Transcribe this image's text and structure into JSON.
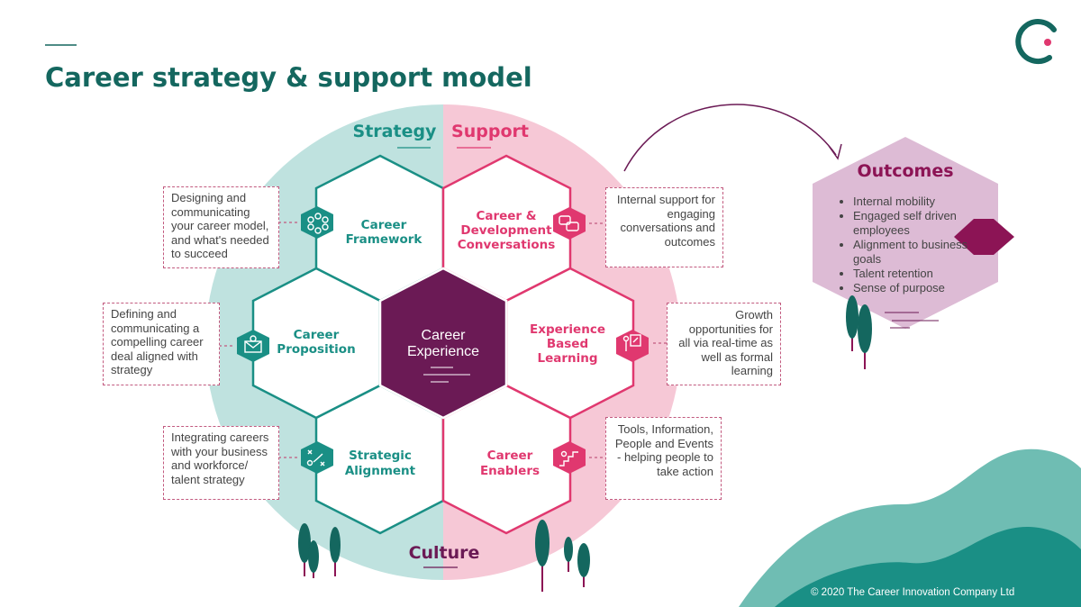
{
  "title": "Career strategy & support model",
  "strategy_label": "Strategy",
  "support_label": "Support",
  "culture_label": "Culture",
  "hexes": {
    "center": [
      "Career",
      "Experience"
    ],
    "career_framework": [
      "Career",
      "Framework"
    ],
    "career_development_conversations": [
      "Career &",
      "Development",
      "Conversations"
    ],
    "career_proposition": [
      "Career",
      "Proposition"
    ],
    "experience_based_learning": [
      "Experience",
      "Based",
      "Learning"
    ],
    "strategic_alignment": [
      "Strategic",
      "Alignment"
    ],
    "career_enablers": [
      "Career",
      "Enablers"
    ]
  },
  "notes": {
    "framework": [
      "Designing and",
      "communicating",
      "your career model,",
      "and what's needed",
      "to succeed"
    ],
    "proposition": [
      "Defining and",
      "communicating a",
      "compelling career",
      "deal aligned with",
      "strategy"
    ],
    "alignment": [
      "Integrating careers",
      "with your business",
      "and workforce/",
      "talent strategy"
    ],
    "conversations": [
      "Internal support for",
      "engaging",
      "conversations and",
      "outcomes"
    ],
    "learning": [
      "Growth",
      "opportunities for",
      "all via real-time as",
      "well as formal",
      "learning"
    ],
    "enablers": [
      "Tools, Information,",
      "People and Events",
      "- helping people to",
      "take action"
    ]
  },
  "outcomes": {
    "title": "Outcomes",
    "items": [
      "Internal mobility",
      "Engaged self driven employees",
      "Alignment to business goals",
      "Talent retention",
      "Sense of purpose"
    ]
  },
  "copyright": "© 2020 The Career Innovation Company Ltd",
  "colors": {
    "teal_dark": "#14675f",
    "teal": "#1a8f85",
    "teal_light": "#bfe2df",
    "pink": "#e0386f",
    "pink_light": "#f6c8d6",
    "plum": "#6b1a55",
    "plum_light": "#ddbbd5",
    "grey_text": "#444444"
  },
  "icons": [
    "network-icon",
    "chat-bubbles-icon",
    "envelope-icon",
    "presentation-icon",
    "strategy-play-icon",
    "growth-stairs-icon",
    "logo-ring-icon"
  ]
}
